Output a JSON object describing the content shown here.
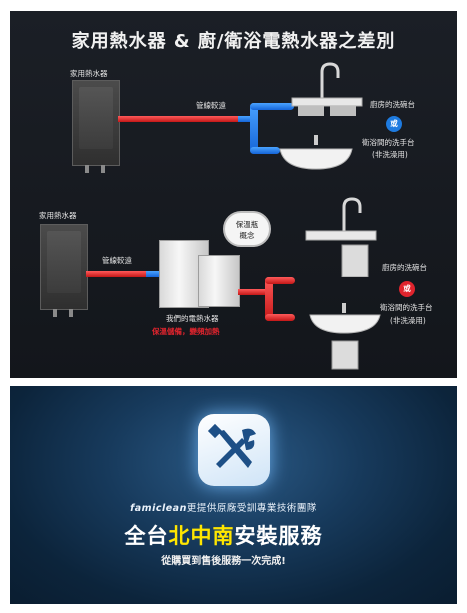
{
  "top_panel": {
    "title": "家用熱水器 & 廚/衛浴電熱水器之差別",
    "diagram1": {
      "heater_label": "家用熱水器",
      "pipe_label": "管線較遠",
      "kitchen_label": "廚房的洗碗台",
      "or_label": "或",
      "bathroom_label": "衛浴間的洗手台",
      "bathroom_note": "(非洗澡用)"
    },
    "diagram2": {
      "heater_label": "家用熱水器",
      "pipe_label": "管線較遠",
      "bubble_text": "保溫瓶概念",
      "product_label": "我們的電熱水器",
      "product_note": "保溫儲備，變頻加熱",
      "kitchen_label": "廚房的洗碗台",
      "or_label": "或",
      "bathroom_label": "衛浴間的洗手台",
      "bathroom_note": "(非洗澡用)"
    },
    "colors": {
      "hot_pipe": "#e0242d",
      "cold_pipe": "#1e7be0",
      "or_blue": "#1e7be0",
      "or_red": "#e0242d"
    }
  },
  "bottom_panel": {
    "icon": "wrench-screwdriver-icon",
    "brand_logo": "famiclean",
    "brand_text": "更提供原廠受訓專業技術團隊",
    "headline_pre": "全台",
    "headline_highlight": "北中南",
    "headline_post": "安裝服務",
    "subline": "從購買到售後服務一次完成!",
    "colors": {
      "highlight": "#ffe600"
    }
  }
}
